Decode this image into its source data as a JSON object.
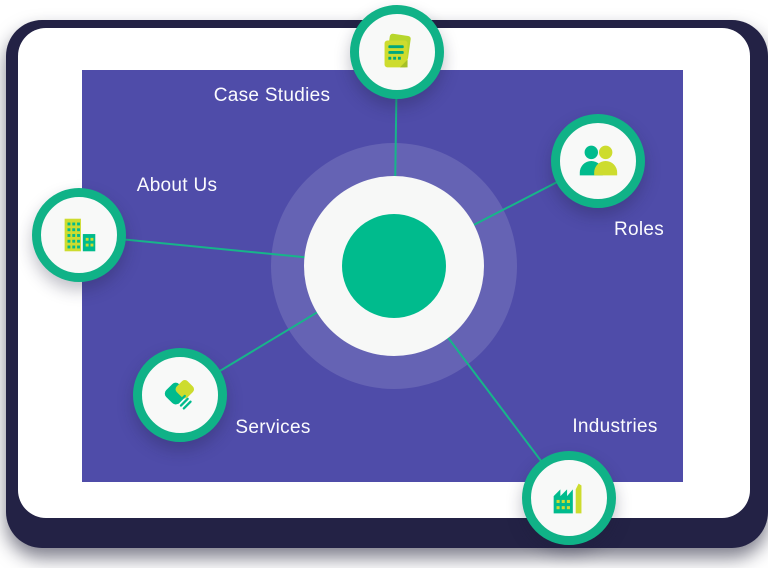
{
  "diagram": {
    "type": "hub-and-spoke",
    "hub": {
      "name": "central-hub"
    },
    "nodes": [
      {
        "id": "case-studies",
        "label": "Case Studies",
        "icon": "documents-icon"
      },
      {
        "id": "roles",
        "label": "Roles",
        "icon": "people-icon"
      },
      {
        "id": "about-us",
        "label": "About Us",
        "icon": "buildings-icon"
      },
      {
        "id": "services",
        "label": "Services",
        "icon": "handshake-icon"
      },
      {
        "id": "industries",
        "label": "Industries",
        "icon": "factory-icon"
      }
    ],
    "colors": {
      "panel_purple": "#4F4CA9",
      "backing_navy": "#232245",
      "card_white": "#FFFFFF",
      "hub_inner_green": "#00BB8D",
      "node_ring_green": "#10B287",
      "connector_green": "#17B58A",
      "icon_yellow": "#CDDC2E",
      "icon_green": "#00BB8D",
      "halo_white": "rgba(255,255,255,0.13)",
      "label_text": "#FBFBFE"
    }
  }
}
